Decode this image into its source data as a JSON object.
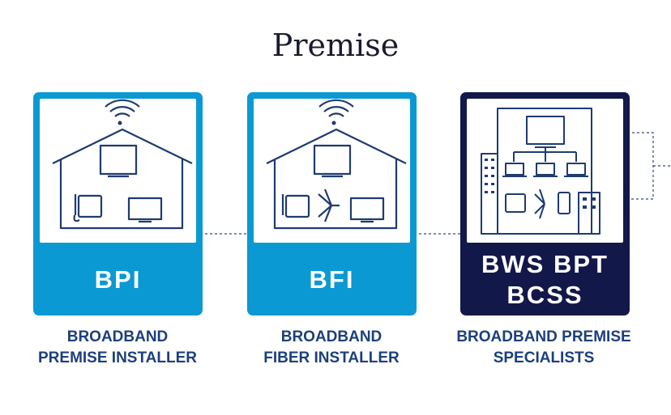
{
  "title": "Premise",
  "cards": [
    {
      "code": "BPI",
      "caption_line1": "BROADBAND",
      "caption_line2": "PREMISE INSTALLER"
    },
    {
      "code": "BFI",
      "caption_line1": "BROADBAND",
      "caption_line2": "FIBER INSTALLER"
    },
    {
      "code_line1": "BWS BPT",
      "code_line2": "BCSS",
      "caption_line1": "BROADBAND PREMISE",
      "caption_line2": "SPECIALISTS"
    }
  ],
  "colors": {
    "light_blue": "#0b99d3",
    "navy": "#12184a",
    "caption": "#1c3f7c",
    "line": "#2b4a7e"
  },
  "icons": [
    "wifi-icon",
    "house-icon",
    "monitor-icon",
    "phone-icon",
    "fiber-icon",
    "laptop-icon",
    "smartphone-icon",
    "building-icon"
  ]
}
